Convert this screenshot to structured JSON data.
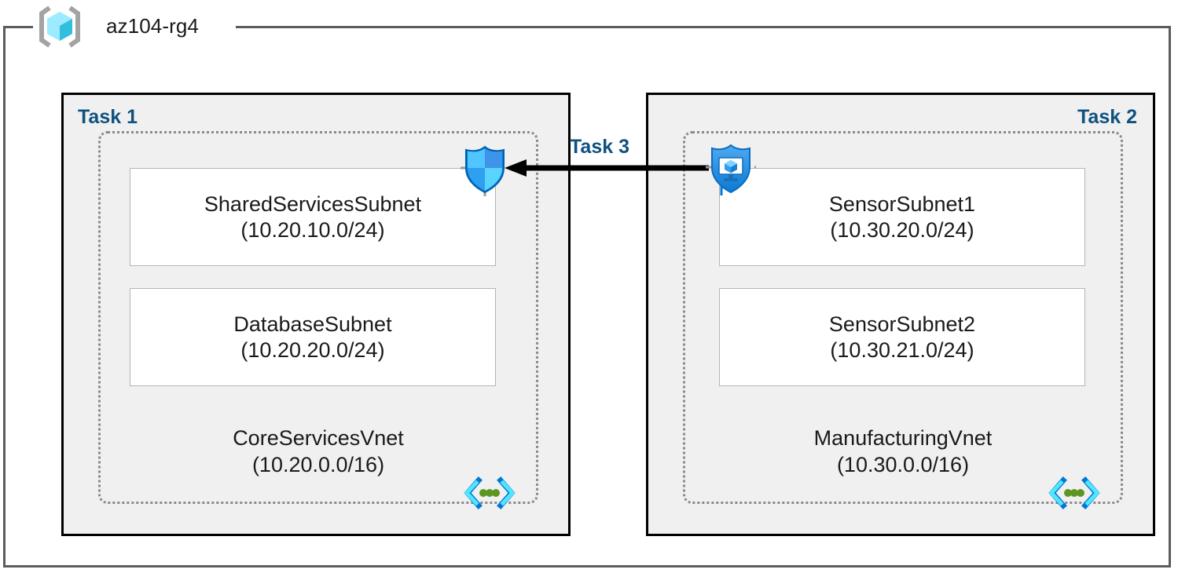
{
  "resource_group": {
    "icon": "resource-group-cube-icon",
    "title": "az104-rg4"
  },
  "tasks": [
    {
      "id": "task1",
      "label": "Task 1"
    },
    {
      "id": "task2",
      "label": "Task 2"
    },
    {
      "id": "task3",
      "label": "Task 3"
    }
  ],
  "vnets": [
    {
      "id": "core-services",
      "name": "CoreServicesVnet",
      "cidr": "(10.20.0.0/16)",
      "icon": "virtual-network-icon",
      "subnets": [
        {
          "name": "SharedServicesSubnet",
          "cidr": "(10.20.10.0/24)"
        },
        {
          "name": "DatabaseSubnet",
          "cidr": "(10.20.20.0/24)"
        }
      ]
    },
    {
      "id": "manufacturing",
      "name": "ManufacturingVnet",
      "cidr": "(10.30.0.0/16)",
      "icon": "virtual-network-icon",
      "subnets": [
        {
          "name": "SensorSubnet1",
          "cidr": "(10.30.20.0/24)"
        },
        {
          "name": "SensorSubnet2",
          "cidr": "(10.30.21.0/24)"
        }
      ]
    }
  ],
  "icons": {
    "nsg": "network-security-group-shield-icon",
    "watcher": "network-watcher-shield-monitor-icon",
    "connector": "peering-arrow-icon"
  },
  "colors": {
    "task_label": "#10517f",
    "task_box_fill": "#f0f0f0",
    "task_box_border": "#000000",
    "vnet_border": "#8a8a8a",
    "subnet_border": "#b4b4b4",
    "frame_border": "#5c5c5c",
    "azure_blue": "#0078d4",
    "azure_cyan": "#50e6ff",
    "vnet_green": "#5e9624",
    "text": "#1a1a1a"
  }
}
